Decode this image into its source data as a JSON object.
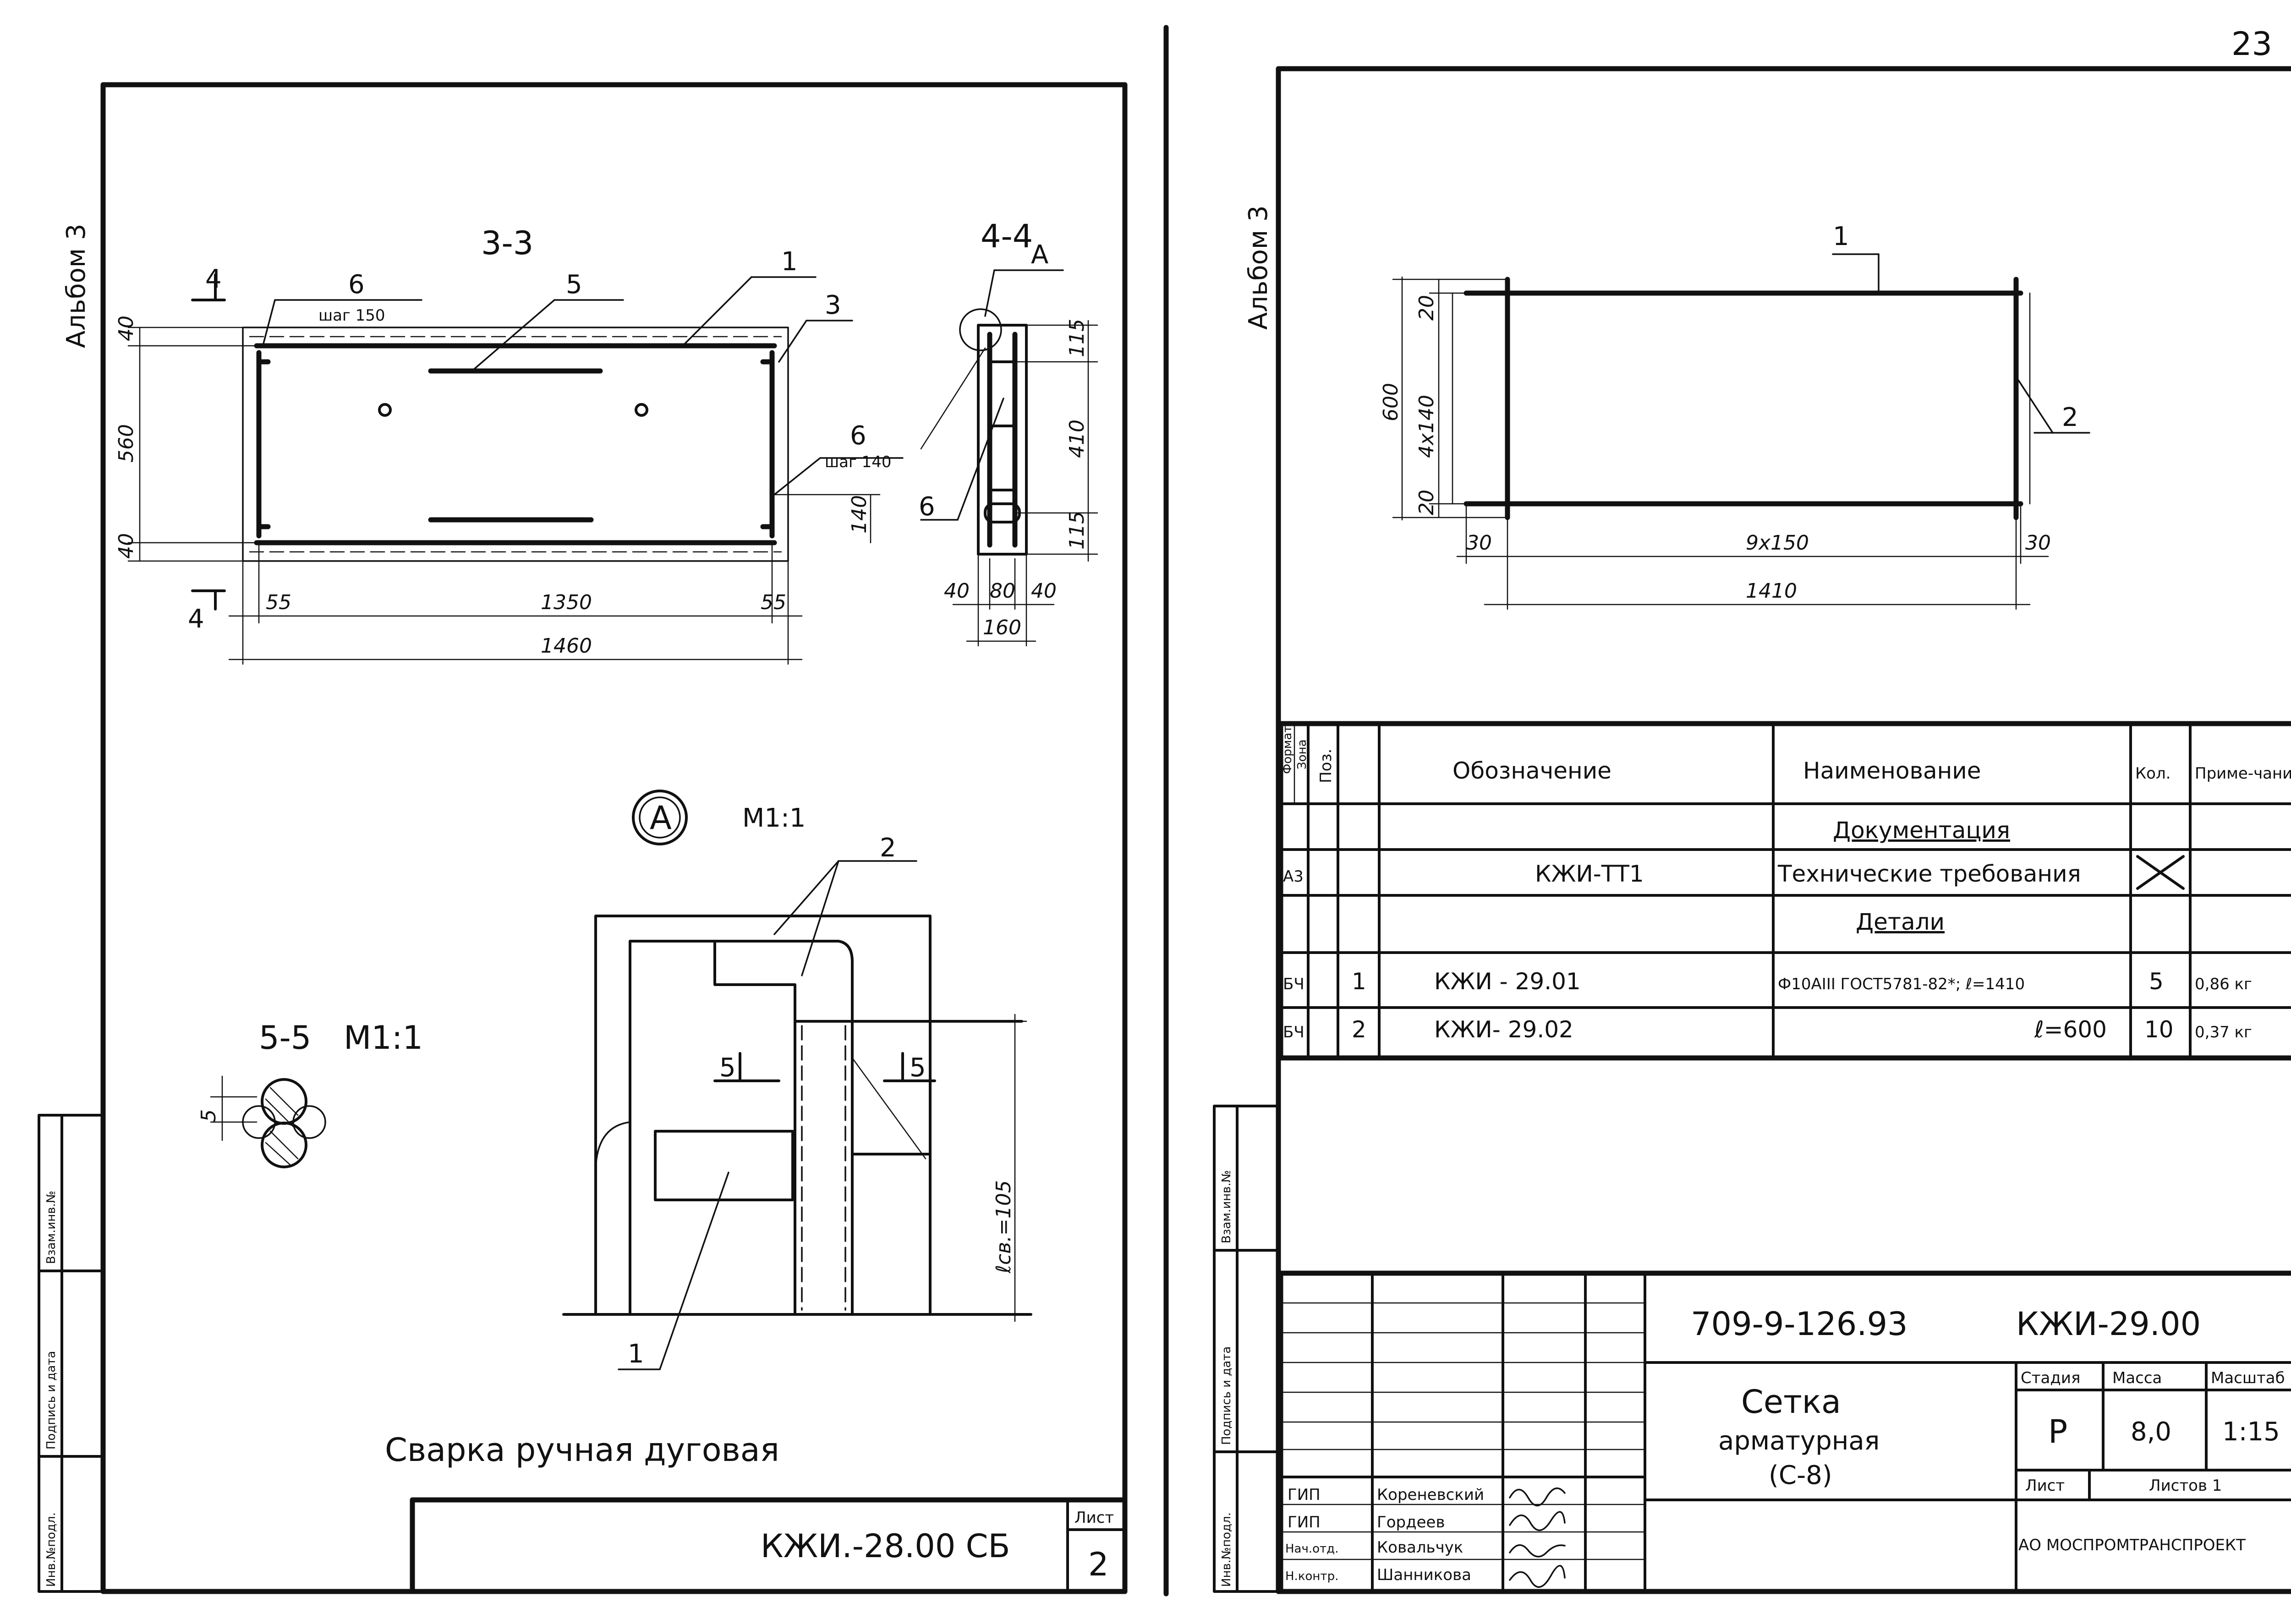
{
  "page_number": "23",
  "album_label": "Альбом 3",
  "left_sheet": {
    "section_33": {
      "title": "3-3",
      "cut_marker": "4",
      "callouts": [
        "6",
        "5",
        "1",
        "3",
        "6"
      ],
      "step_top": "шаг 150",
      "step_right": "шаг 140",
      "dims": {
        "height_total": "560",
        "top_off": "40",
        "bottom_off": "40",
        "right_inner": "140",
        "left_off": "55",
        "inner_width": "1350",
        "right_off": "55",
        "total_width": "1460"
      }
    },
    "section_44": {
      "title": "4-4",
      "callout_a": "A",
      "callout_6": "6",
      "dims": {
        "top": "115",
        "middle": "410",
        "bottom": "115",
        "w1": "40",
        "w2": "80",
        "w3": "40",
        "total": "160"
      }
    },
    "detail_a": {
      "marker": "A",
      "scale": "М1:1",
      "callout_2": "2",
      "callout_1": "1",
      "cut": "5",
      "weld_length": "ℓсв.=105"
    },
    "section_55": {
      "title": "5-5",
      "scale": "М1:1",
      "dim": "5"
    },
    "note": "Сварка ручная дуговая",
    "stamp": {
      "code": "КЖИ.-28.00 СБ",
      "sheet_label": "Лист",
      "sheet_no": "2"
    },
    "side_stamp": [
      "Инв.№подл.",
      "Подпись и дата",
      "Взам.инв.№"
    ]
  },
  "right_sheet": {
    "drawing": {
      "callout_1": "1",
      "callout_2": "2",
      "dims": {
        "total_h": "600",
        "top": "20",
        "middle": "4x140",
        "bottom": "20",
        "left": "30",
        "span": "9x150",
        "right": "30",
        "total_w": "1410"
      }
    },
    "spec_table": {
      "headers": [
        "Формат",
        "Зона",
        "Поз.",
        "Обозначение",
        "Наименование",
        "Кол.",
        "Приме-чание"
      ],
      "rows": [
        {
          "fmt": "",
          "pos": "",
          "code": "",
          "name": "Документация",
          "qty": "",
          "note": "",
          "heading": true
        },
        {
          "fmt": "А3",
          "pos": "",
          "code": "КЖИ-ТТ1",
          "name": "Технические требования",
          "qty": "",
          "note": "",
          "heading": false
        },
        {
          "fmt": "",
          "pos": "",
          "code": "",
          "name": "Детали",
          "qty": "",
          "note": "",
          "heading": true
        },
        {
          "fmt": "БЧ",
          "pos": "1",
          "code": "КЖИ - 29.01",
          "name": "Ф10АIII ГОСТ5781-82*; ℓ=1410",
          "qty": "5",
          "note": "0,86 кг",
          "heading": false
        },
        {
          "fmt": "БЧ",
          "pos": "2",
          "code": "КЖИ- 29.02",
          "name": "ℓ=600",
          "qty": "10",
          "note": "0,37 кг",
          "heading": false
        }
      ]
    },
    "title_block": {
      "project": "709-9-126.93",
      "code": "КЖИ-29.00",
      "name_lines": [
        "Сетка",
        "арматурная",
        "(С-8)"
      ],
      "stage_label": "Стадия",
      "mass_label": "Масса",
      "scale_label": "Масштаб",
      "stage": "Р",
      "mass": "8,0",
      "scale": "1:15",
      "sheet_label": "Лист",
      "sheets_label": "Листов 1",
      "org": "АО МОСПРОМТРАНСПРОЕКТ",
      "people": [
        {
          "role": "ГИП",
          "name": "Кореневский"
        },
        {
          "role": "ГИП",
          "name": "Гордеев"
        },
        {
          "role": "Нач.отд.",
          "name": "Ковальчук"
        },
        {
          "role": "Н.контр.",
          "name": "Шанникова"
        }
      ]
    },
    "side_stamp": [
      "Инв.№подл.",
      "Подпись и дата",
      "Взам.инв.№"
    ]
  }
}
